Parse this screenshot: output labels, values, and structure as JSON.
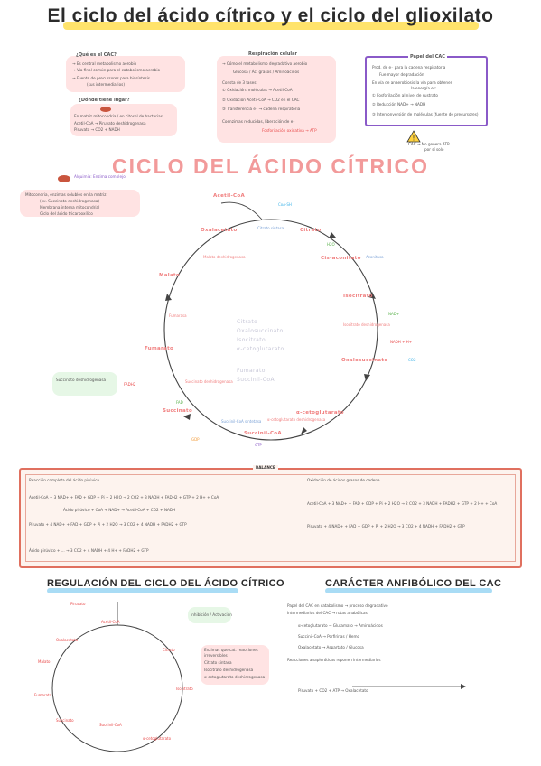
{
  "page": {
    "title": "El ciclo del ácido cítrico y el ciclo del glioxilato",
    "main_cycle_title": "CICLO DEL ÁCIDO CÍTRICO",
    "balance_label": "BALANCE",
    "regulation_title": "REGULACIÓN DEL CICLO DEL ÁCIDO CÍTRICO",
    "amphibolic_title": "CARÁCTER ANFIBÓLICO DEL CAC"
  },
  "intro": {
    "q1": "¿Qué es el CAC?",
    "q1_lines": [
      "→ Es central metabolismo aerobio",
      "→ Vía final común para el catabolismo aerobio",
      "→ Fuente de precursores para biosíntesis",
      "(sus intermediarios)"
    ],
    "q2": "¿Dónde tiene lugar?",
    "q2_lines": [
      "En matriz mitocondria / en citosol de bacterias",
      "Acetil-CoA → Piruvato deshidrogenasa",
      "Piruvato → CO2 + NADH"
    ]
  },
  "respiration": {
    "heading": "Respiración celular",
    "lines": [
      "→ Cómo el metabolismo degradativo aerobio",
      "Glucosa / Ác. grasos / Aminoácidos",
      "Consta de 3 fases:",
      "① Oxidación: moléculas → Acetil-CoA",
      "② Oxidación Acetil-CoA → CO2 en el CAC",
      "③ Transferencia e⁻ → cadena respiratoria",
      "Coenzimas reducidas, liberación de e⁻",
      "Fosforilación oxidativa → ATP"
    ]
  },
  "role": {
    "heading": "Papel del CAC",
    "lines": [
      "Prod. de e⁻ para la cadena respiratoria",
      "Fue mayor degradación",
      "En vía de anaerobiosis la vía para obtener",
      "la energía es:",
      "① Fosforilación al nivel de sustrato",
      "② Reducción NAD+ → NADH",
      "③ Interconversión de moléculas (fuente de precursores)"
    ]
  },
  "warning": {
    "icon": "warning-icon",
    "text": [
      "CAC → No genera ATP",
      "por sí solo"
    ]
  },
  "enzyme_note": {
    "lines": [
      "Alquimia: Enzima complejo",
      "Mitocondria, enzimas solubles en la matriz",
      "(ex. Succinato deshidrogenasa)",
      "Membrana interna mitocondrial",
      "Ciclo del ácido tricarboxílico"
    ]
  },
  "cycle": {
    "nodes": [
      {
        "id": "acetil-coa",
        "label": "Acetil-CoA"
      },
      {
        "id": "citrato",
        "label": "Citrato"
      },
      {
        "id": "cis-aconitato",
        "label": "Cis-aconitato"
      },
      {
        "id": "isocitrato",
        "label": "Isocitrato"
      },
      {
        "id": "oxalosuccinato",
        "label": "Oxalosuccinato"
      },
      {
        "id": "alfa-cetoglutarato",
        "label": "α-cetoglutarato"
      },
      {
        "id": "succinil-coa",
        "label": "Succinil-CoA"
      },
      {
        "id": "succinato",
        "label": "Succinato"
      },
      {
        "id": "fumarato",
        "label": "Fumarato"
      },
      {
        "id": "malato",
        "label": "Malato"
      },
      {
        "id": "oxalacetato",
        "label": "Oxalacetato"
      }
    ],
    "enzymes": [
      "Citrato sintasa",
      "Aconitasa",
      "Isocitrato deshidrogenasa",
      "α-cetoglutarato deshidrogenasa",
      "Succinil-CoA sintetasa",
      "Succinato deshidrogenasa",
      "Fumarasa",
      "Malato deshidrogenasa"
    ],
    "cofactors": [
      "H2O",
      "CoA-SH",
      "NAD+",
      "NADH + H+",
      "CO2",
      "GDP",
      "GTP",
      "FAD",
      "FADH2"
    ],
    "center_list": [
      "Citrato",
      "Oxalosuccinato",
      "Isocitrato",
      "α-cetoglutarato",
      "Fumarato",
      "Succinil-CoA"
    ]
  },
  "balance": {
    "col1_head": "Reacción completa del ácido pirúvico",
    "col2_head": "Oxidación de ácidos grasos de cadena",
    "rows": [
      "Acetil-CoA + 3 NAD+ + FAD + GDP + Pi + 2 H2O → 2 CO2 + 3 NADH + FADH2 + GTP + 2 H+ + CoA",
      "Ácido pirúvico + CoA + NAD+ → Acetil-CoA + CO2 + NADH",
      "Piruvato + 4 NAD+ + FAD + GDP + Pi + 2 H2O → 3 CO2 + 4 NADH + FADH2 + GTP",
      "Ácido pirúvico + ... → 3 CO2 + 4 NADH + 4 H+ + FADH2 + GTP"
    ]
  },
  "regulation": {
    "nodes": [
      "Piruvato",
      "Acetil-CoA",
      "Citrato",
      "Isocitrato",
      "α-cetoglutarato",
      "Succinil-CoA",
      "Succinato",
      "Fumarato",
      "Malato",
      "Oxalacetato"
    ],
    "note_lines": [
      "Enzimas que cat. reacciones",
      "irreversibles",
      "Citrato sintasa",
      "Isocitrato deshidrogenasa",
      "α-cetoglutarato deshidrogenasa"
    ],
    "legend": "Inhibición / Activación"
  },
  "amphibolic": {
    "lines": [
      "Papel del CAC en catabolismo → proceso degradativo",
      "Intermediarios del CAC → rutas anabólicas",
      "α-cetoglutarato → Glutamato → Aminoácidos",
      "Succinil-CoA → Porfirinas / Hemo",
      "Oxalacetato → Aspartato / Glucosa",
      "Reacciones anapleróticas reponen intermediarios",
      "Piruvato + CO2 + ATP → Oxalacetato"
    ]
  }
}
